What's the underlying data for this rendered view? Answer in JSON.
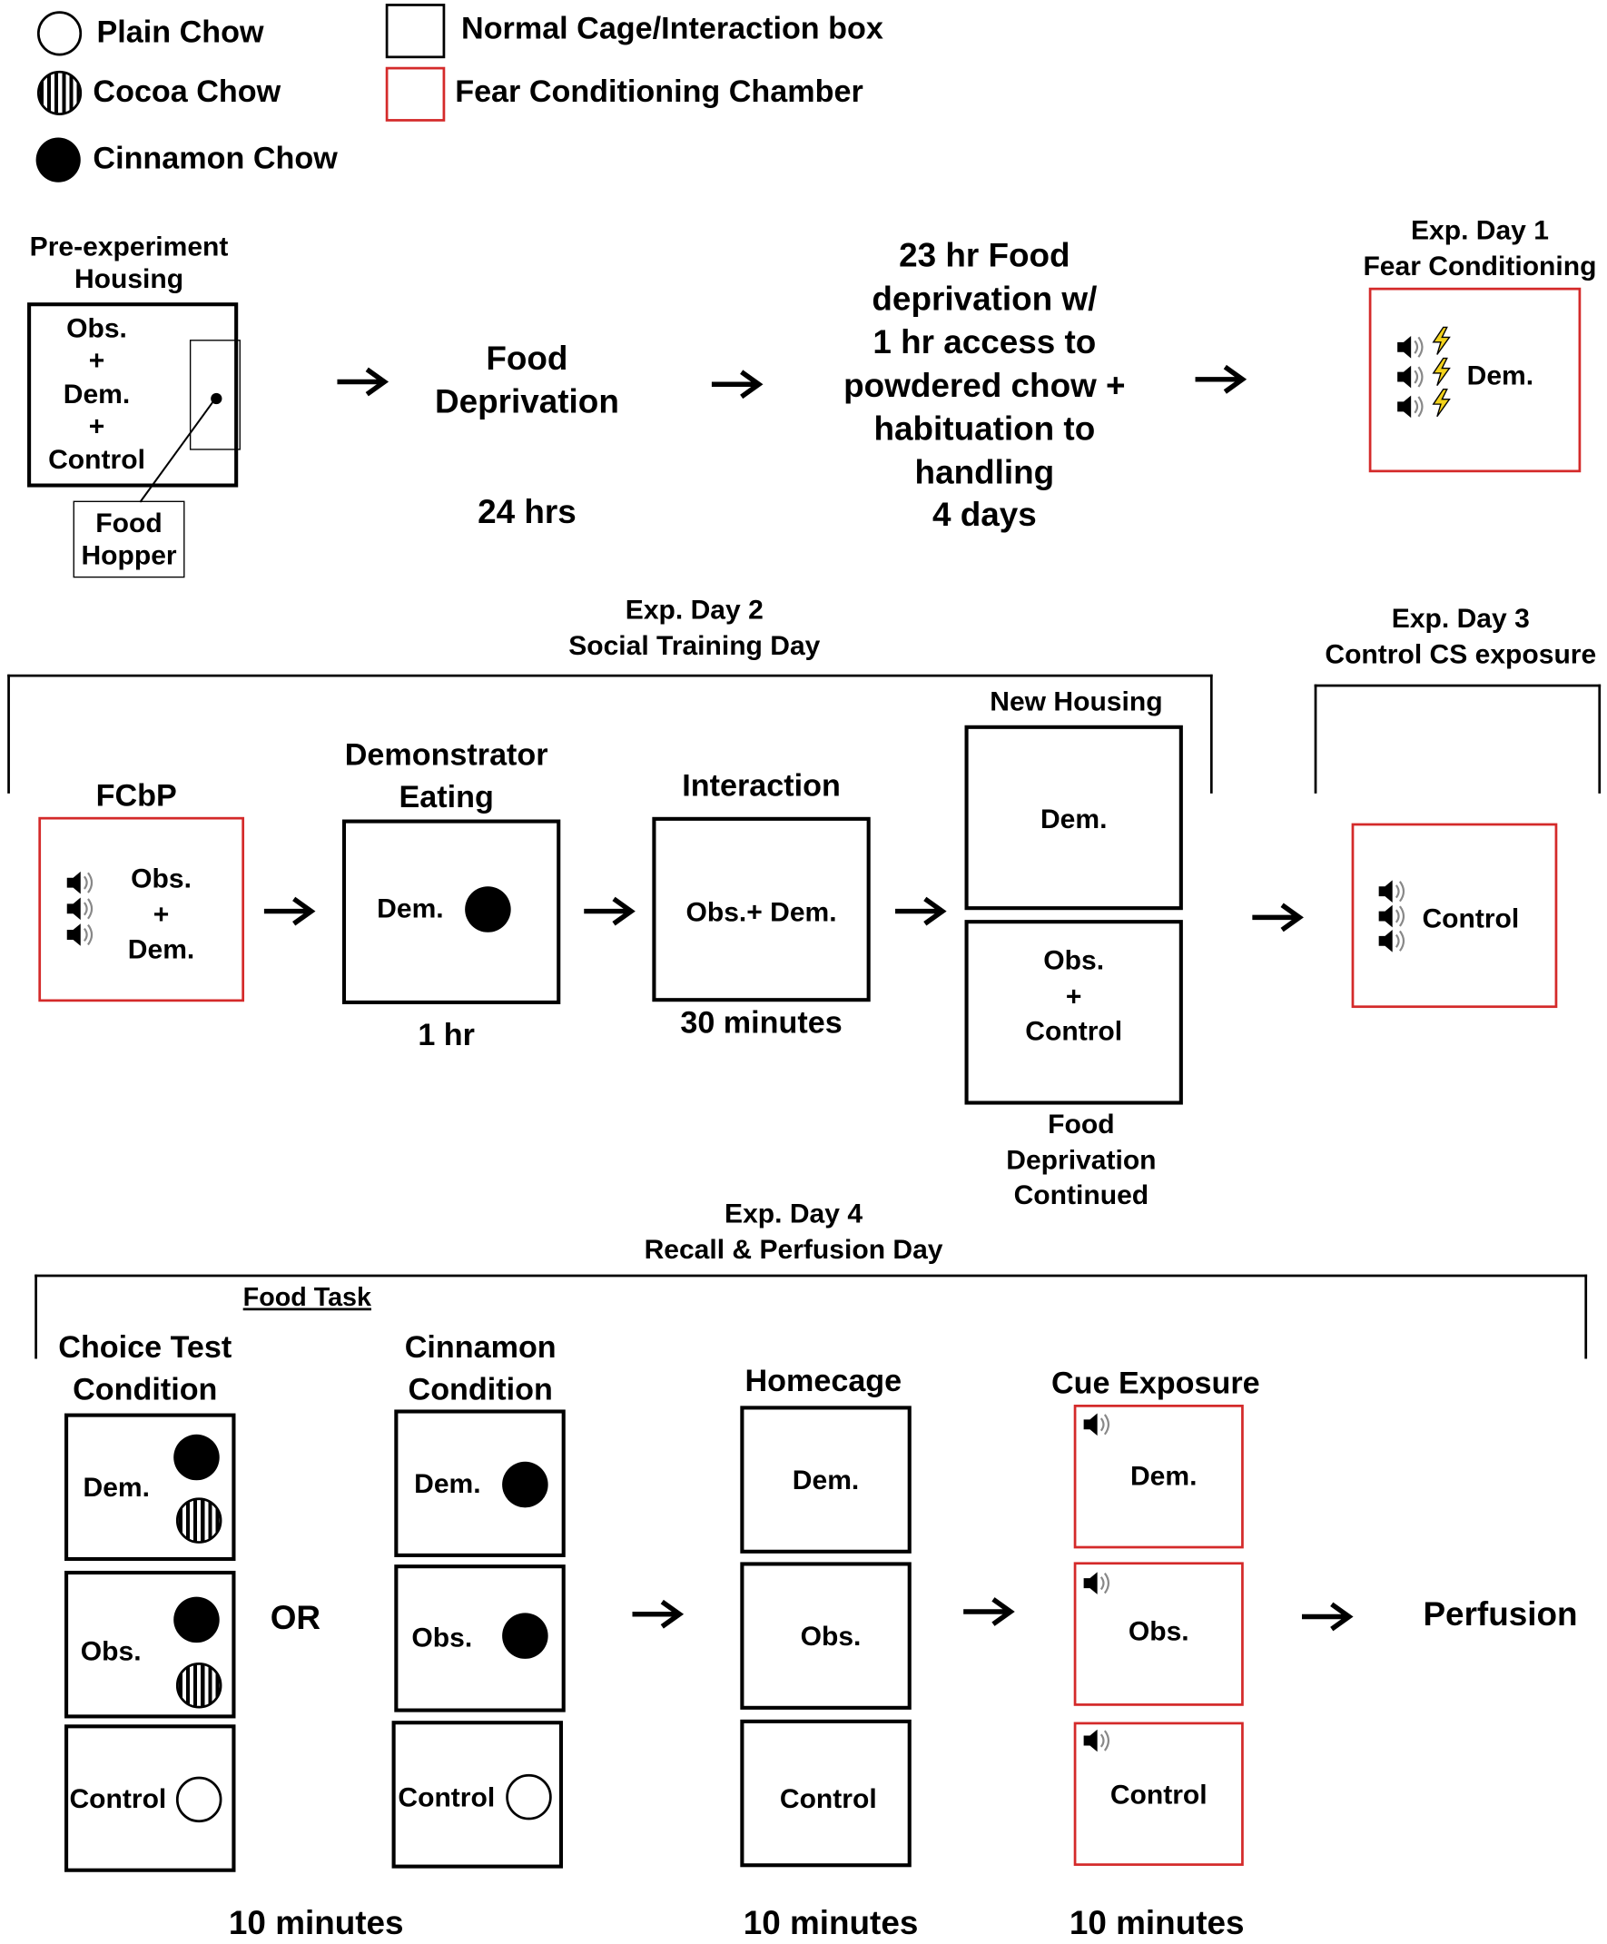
{
  "legend": {
    "plain_chow": "Plain Chow",
    "cocoa_chow": "Cocoa Chow",
    "cinnamon_chow": "Cinnamon Chow",
    "normal_cage": "Normal Cage/Interaction box",
    "fear_chamber": "Fear Conditioning Chamber"
  },
  "row1": {
    "pre_title": "Pre-experiment\nHousing",
    "pre_box": "Obs.\n+\nDem.\n+\nControl",
    "food_hopper": "Food\nHopper",
    "food_deprivation": "Food\nDeprivation",
    "food_deprivation_time": "24 hrs",
    "habituation": "23 hr Food\ndeprivation w/\n1 hr access to\npowdered chow +\nhabituation to\nhandling",
    "habituation_time": "4 days",
    "day1_title": "Exp. Day 1\nFear Conditioning",
    "day1_box": "Dem."
  },
  "row2": {
    "day2_title": "Exp. Day 2\nSocial Training Day",
    "fcbp_title": "FCbP",
    "fcbp_box": "Obs.\n+\nDem.",
    "dem_eating_title": "Demonstrator\nEating",
    "dem_eating_box": "Dem.",
    "dem_eating_time": "1 hr",
    "interaction_title": "Interaction",
    "interaction_box": "Obs.+ Dem.",
    "interaction_time": "30 minutes",
    "new_housing_title": "New Housing",
    "new_housing_top": "Dem.",
    "new_housing_bottom": "Obs.\n+\nControl",
    "new_housing_note": "Food\nDeprivation\nContinued",
    "day3_title": "Exp. Day 3\nControl CS exposure",
    "day3_box": "Control"
  },
  "row3": {
    "day4_title": "Exp. Day 4\nRecall & Perfusion Day",
    "food_task": "Food Task",
    "choice_title": "Choice Test\nCondition",
    "or_label": "OR",
    "cinnamon_title": "Cinnamon\nCondition",
    "homecage_title": "Homecage",
    "cue_title": "Cue Exposure",
    "dem": "Dem.",
    "obs": "Obs.",
    "control": "Control",
    "perfusion": "Perfusion",
    "time_choice": "10 minutes",
    "time_homecage": "10 minutes",
    "time_cue": "10 minutes"
  },
  "colors": {
    "fear_chamber_border": "#d42a2a",
    "shock_bolt": "#f2d21b"
  }
}
